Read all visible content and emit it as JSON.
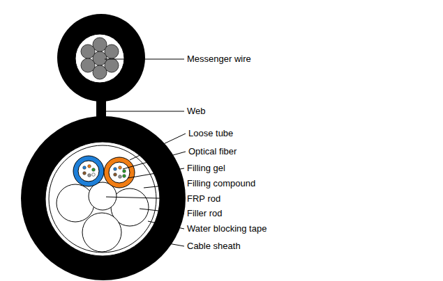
{
  "diagram": {
    "labels": [
      "Messenger wire",
      "Web",
      "Loose tube",
      "Optical fiber",
      "Filling gel",
      "Filling compound",
      "FRP rod",
      "Filler rod",
      "Water blocking tape",
      "Cable sheath"
    ]
  }
}
